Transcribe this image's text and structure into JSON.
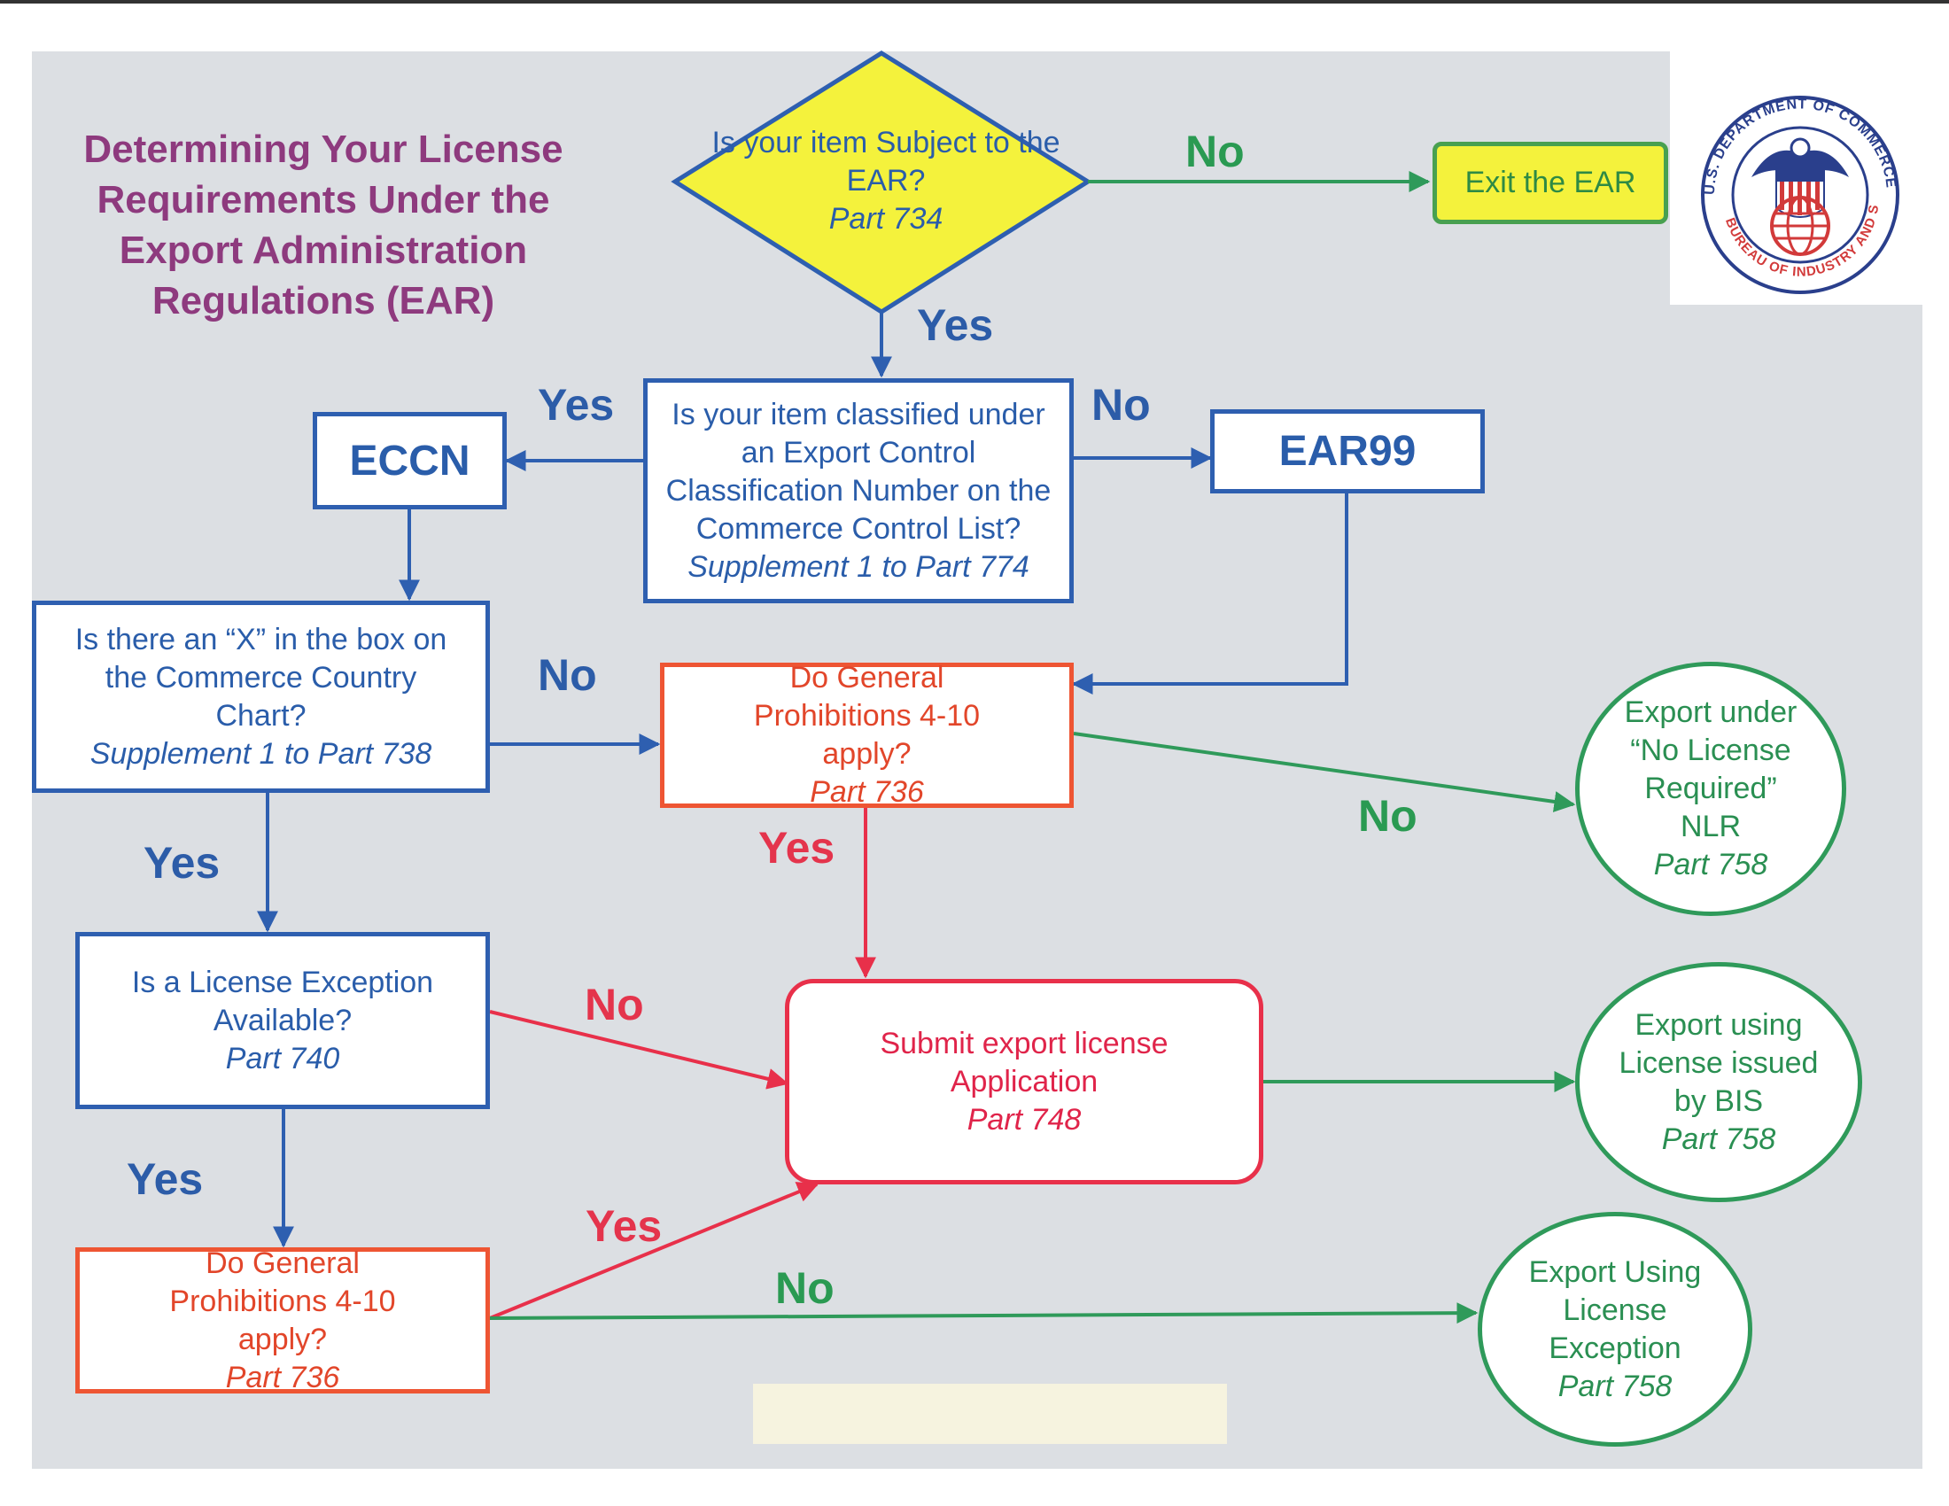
{
  "title": "Determining Your License Requirements Under the Export Administration Regulations (EAR)",
  "seal": {
    "text": "U.S. DEPARTMENT OF COMMERCE • BUREAU OF INDUSTRY AND SECURITY",
    "colors": {
      "blue": "#2a3f8c",
      "red": "#d23a3a"
    }
  },
  "nodes": {
    "subject_q": {
      "text": "Is your item Subject to the EAR?",
      "ref": "Part 734"
    },
    "exit": {
      "text": "Exit the EAR"
    },
    "classified_q": {
      "text": "Is your item classified under an Export Control Classification Number on the Commerce Control List?",
      "ref": "Supplement 1 to Part 774"
    },
    "eccn": {
      "text": "ECCN"
    },
    "ear99": {
      "text": "EAR99"
    },
    "x_box_q": {
      "text": "Is there an “X” in the box on the Commerce Country Chart?",
      "ref": "Supplement 1 to Part 738"
    },
    "gp_q1": {
      "text": "Do General Prohibitions 4-10 apply?",
      "ref": "Part 736"
    },
    "nlr": {
      "text": "Export under “No License Required” NLR",
      "ref": "Part 758"
    },
    "exception_q": {
      "text": "Is a License Exception Available?",
      "ref": "Part 740"
    },
    "submit": {
      "text": "Submit export license Application",
      "ref": "Part 748"
    },
    "license_bis": {
      "text": "Export using License issued by BIS",
      "ref": "Part 758"
    },
    "gp_q2": {
      "text": "Do General Prohibitions 4-10 apply?",
      "ref": "Part 736"
    },
    "exception_export": {
      "text": "Export Using License Exception",
      "ref": "Part 758"
    }
  },
  "edge_labels": {
    "subject_no": "No",
    "subject_yes": "Yes",
    "classified_yes": "Yes",
    "classified_no": "No",
    "xbox_no": "No",
    "xbox_yes": "Yes",
    "gp1_yes": "Yes",
    "gp1_no": "No",
    "exception_no": "No",
    "exception_yes": "Yes",
    "gp2_yes": "Yes",
    "gp2_no": "No"
  },
  "colors": {
    "title": "#8e3a7e",
    "blue": "#2e5fb0",
    "red": "#ee5533",
    "pink": "#e8304a",
    "green": "#2f9a5a",
    "yellow": "#f4f23c",
    "panel": "#dcdfe3"
  }
}
